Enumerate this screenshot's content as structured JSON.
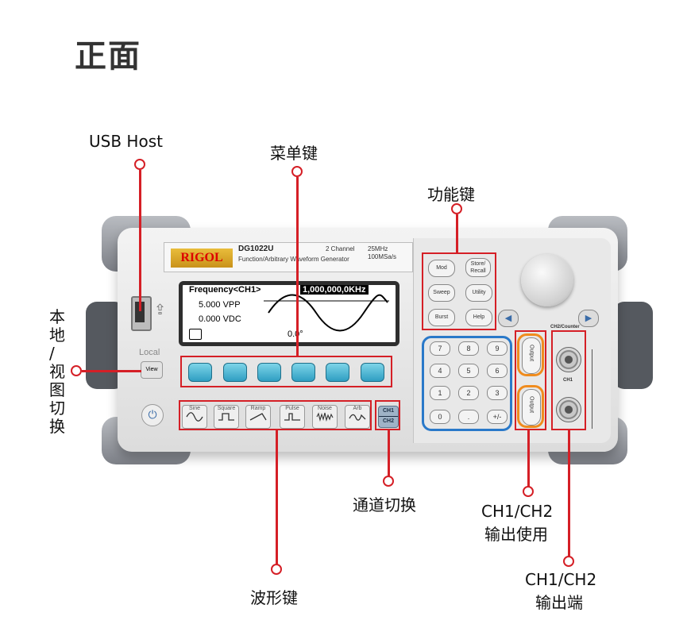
{
  "title": "正面",
  "callouts": {
    "usb_host": "USB Host",
    "menu_keys": "菜单键",
    "function_keys": "功能键",
    "local_view": "本\n地\n/\n视\n图\n切\n换",
    "channel_switch": "通道切换",
    "ch_output_enable_1": "CH1/CH2",
    "ch_output_enable_2": "输出使用",
    "ch_output_port_1": "CH1/CH2",
    "ch_output_port_2": "输出端",
    "wave_keys": "波形键"
  },
  "device": {
    "brand": "RIGOL",
    "model": "DG1022U",
    "subtitle": "Function/Arbitrary Waveform Generator",
    "channels": "2 Channel",
    "spec_freq": "25MHz",
    "spec_rate": "100MSa/s",
    "local_label": "Local",
    "view_label": "View",
    "ch_switch_top": "CH1",
    "ch_switch_bottom": "CH2",
    "ch2_counter": "CH2/Counter",
    "ch1_label": "CH1",
    "output_label": "Output"
  },
  "screen": {
    "line1": "Frequency<CH1>",
    "freq_value": "1,000,000,0KHz",
    "vpp": "5.000 VPP",
    "vdc": "0.000 VDC",
    "phase": "0.0°"
  },
  "wave_buttons": [
    "Sine",
    "Square",
    "Ramp",
    "Pulse",
    "Noise",
    "Arb"
  ],
  "function_buttons": [
    "Mod",
    "Store/\nRecall",
    "Sweep",
    "Utility",
    "Burst",
    "Help"
  ],
  "numpad": [
    "7",
    "8",
    "9",
    "4",
    "5",
    "6",
    "1",
    "2",
    "3",
    "0",
    ".",
    "+/-"
  ],
  "colors": {
    "callout_red": "#d51f26",
    "output_orange": "#f08c1e",
    "numpad_blue": "#2a79c9",
    "softkey_cyan": "#2f9ec2"
  }
}
